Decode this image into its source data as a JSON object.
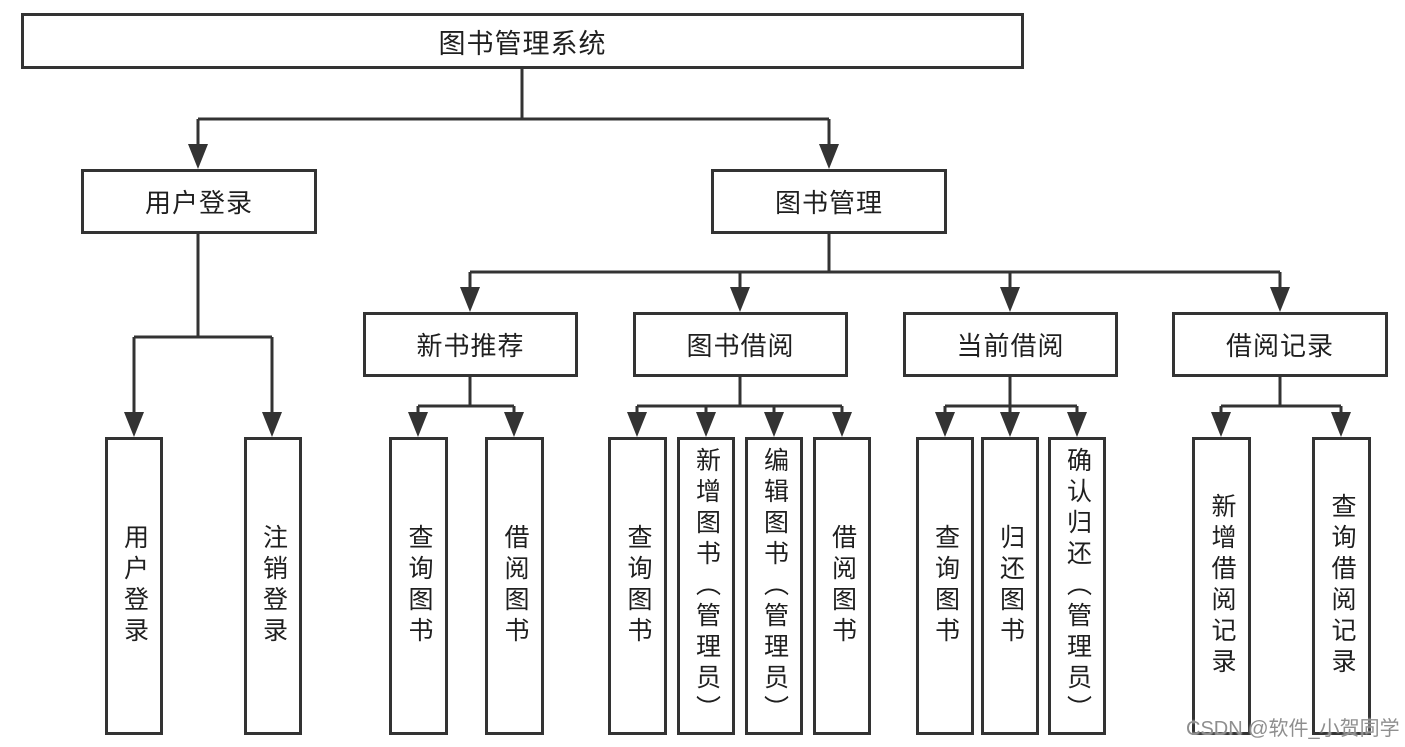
{
  "tree": {
    "root": {
      "label": "图书管理系统",
      "children": [
        {
          "label": "用户登录",
          "children": [
            {
              "label": "用户登录"
            },
            {
              "label": "注销登录"
            }
          ]
        },
        {
          "label": "图书管理",
          "children": [
            {
              "label": "新书推荐",
              "children": [
                {
                  "label": "查询图书"
                },
                {
                  "label": "借阅图书"
                }
              ]
            },
            {
              "label": "图书借阅",
              "children": [
                {
                  "label": "查询图书"
                },
                {
                  "label": "新增图书（管理员）"
                },
                {
                  "label": "编辑图书（管理员）"
                },
                {
                  "label": "借阅图书"
                }
              ]
            },
            {
              "label": "当前借阅",
              "children": [
                {
                  "label": "查询图书"
                },
                {
                  "label": "归还图书"
                },
                {
                  "label": "确认归还（管理员）"
                }
              ]
            },
            {
              "label": "借阅记录",
              "children": [
                {
                  "label": "新增借阅记录"
                },
                {
                  "label": "查询借阅记录"
                }
              ]
            }
          ]
        }
      ]
    }
  },
  "watermark": {
    "text": "CSDN @软件_小贺同学",
    "color": "#8f8f8f"
  },
  "colors": {
    "line": "#333333",
    "text": "#1f1f1f",
    "background": "#ffffff"
  }
}
